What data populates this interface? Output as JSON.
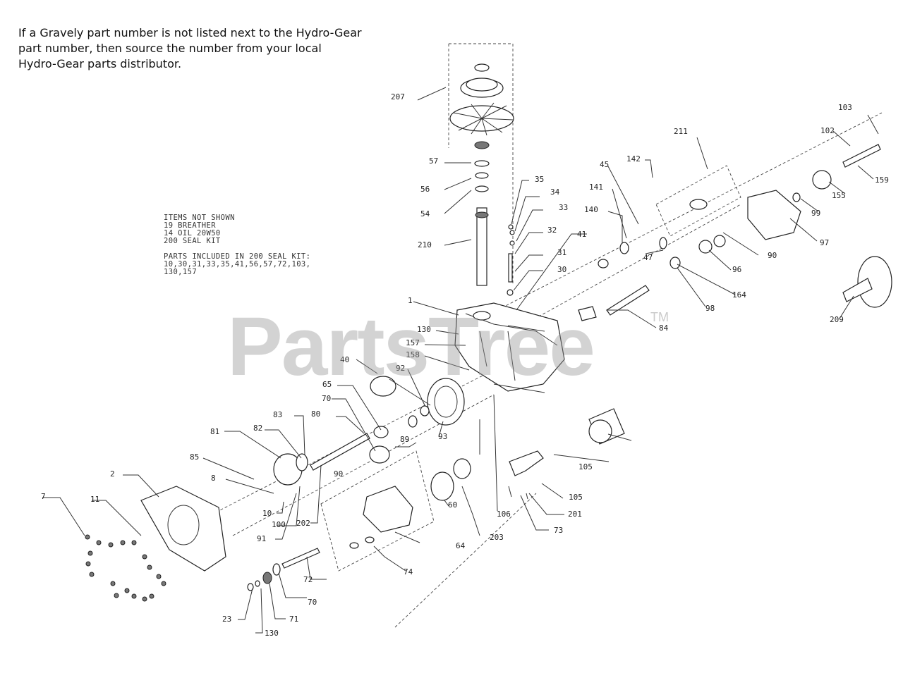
{
  "notice_lines": [
    "If a Gravely part number is not listed next to the Hydro-Gear",
    "part number, then source the number from your local",
    "Hydro-Gear parts distributor."
  ],
  "notes_lines": [
    "ITEMS NOT SHOWN",
    "19 BREATHER",
    "14 OIL 20W50",
    "200 SEAL KIT",
    "",
    "PARTS INCLUDED IN 200 SEAL KIT:",
    "10,30,31,33,35,41,56,57,72,103,",
    "130,157"
  ],
  "watermark": "PartsTree",
  "watermark_tm": "TM",
  "callouts": [
    "207",
    "57",
    "56",
    "54",
    "210",
    "35",
    "34",
    "33",
    "32",
    "31",
    "30",
    "41",
    "140",
    "141",
    "45",
    "142",
    "47",
    "211",
    "102",
    "103",
    "159",
    "155",
    "99",
    "97",
    "90",
    "96",
    "164",
    "98",
    "84",
    "209",
    "1",
    "130",
    "157",
    "158",
    "40",
    "92",
    "65",
    "70",
    "80",
    "83",
    "82",
    "81",
    "85",
    "8",
    "2",
    "7",
    "11",
    "10",
    "100",
    "91",
    "93",
    "89",
    "90",
    "202",
    "64",
    "60",
    "203",
    "106",
    "105",
    "105",
    "201",
    "73",
    "74",
    "72",
    "70",
    "71",
    "23",
    "130"
  ]
}
